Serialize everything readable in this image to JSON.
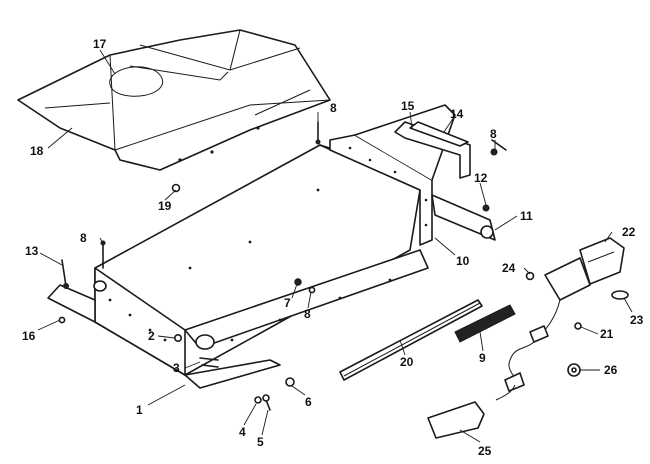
{
  "callouts": [
    "1",
    "2",
    "3",
    "4",
    "5",
    "6",
    "7",
    "8",
    "8",
    "8",
    "8",
    "9",
    "10",
    "11",
    "12",
    "13",
    "14",
    "15",
    "16",
    "17",
    "18",
    "19",
    "20",
    "21",
    "22",
    "23",
    "24",
    "25",
    "26"
  ]
}
